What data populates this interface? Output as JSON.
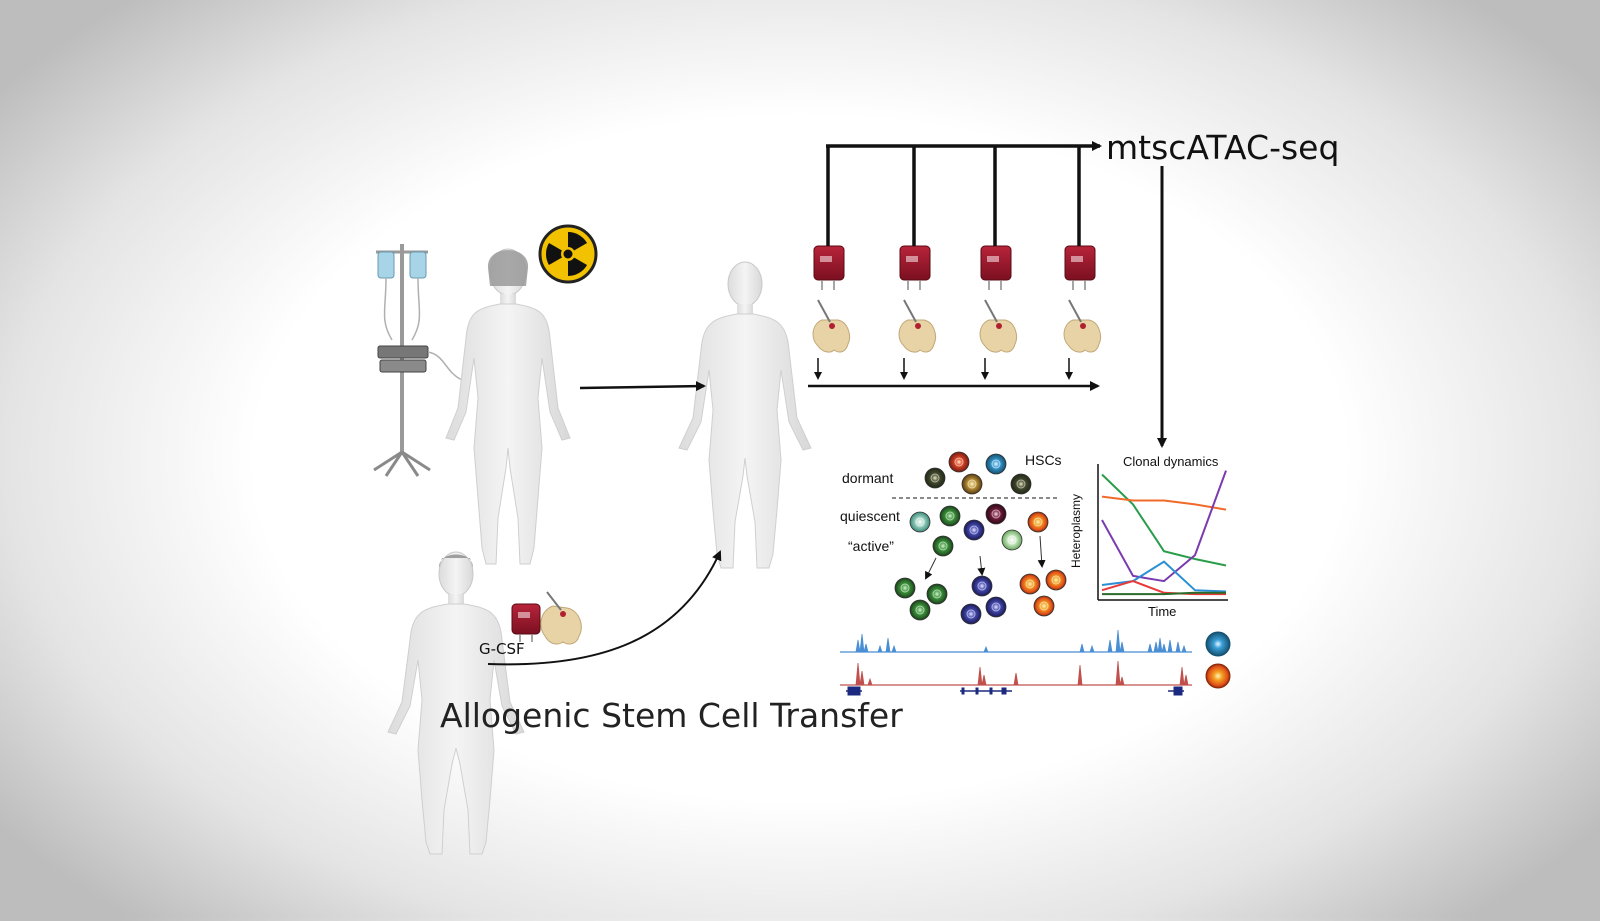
{
  "title": "Allogenic Stem Cell Transfer",
  "assay": "mtscATAC-seq",
  "donor_treatment": "G-CSF",
  "hsc_panel": {
    "header": "HSCs",
    "states": [
      "dormant",
      "quiescent",
      "“active”"
    ]
  },
  "clonal_chart": {
    "title": "Clonal dynamics",
    "xlabel": "Time",
    "ylabel": "Heteroplasmy"
  },
  "colors": {
    "arrow": "#111111",
    "blood_bag": "#9b1b2e",
    "bone": "#e8d3a6",
    "track_blue": "#4a8fd4",
    "track_red": "#c0504d",
    "gene_model": "#1b2a80"
  },
  "chart_data": {
    "type": "line",
    "x": [
      0,
      1,
      2,
      3,
      4
    ],
    "series": [
      {
        "color": "#2a9d4a",
        "values": [
          0.95,
          0.72,
          0.36,
          0.3,
          0.25
        ]
      },
      {
        "color": "#f06a2a",
        "values": [
          0.78,
          0.75,
          0.75,
          0.72,
          0.68
        ]
      },
      {
        "color": "#7a3ab0",
        "values": [
          0.6,
          0.17,
          0.13,
          0.33,
          0.98
        ]
      },
      {
        "color": "#2a8fd4",
        "values": [
          0.1,
          0.13,
          0.28,
          0.06,
          0.05
        ]
      },
      {
        "color": "#e83a3a",
        "values": [
          0.06,
          0.13,
          0.04,
          0.03,
          0.03
        ]
      },
      {
        "color": "#2a6a2a",
        "values": [
          0.03,
          0.03,
          0.03,
          0.04,
          0.04
        ]
      }
    ]
  }
}
